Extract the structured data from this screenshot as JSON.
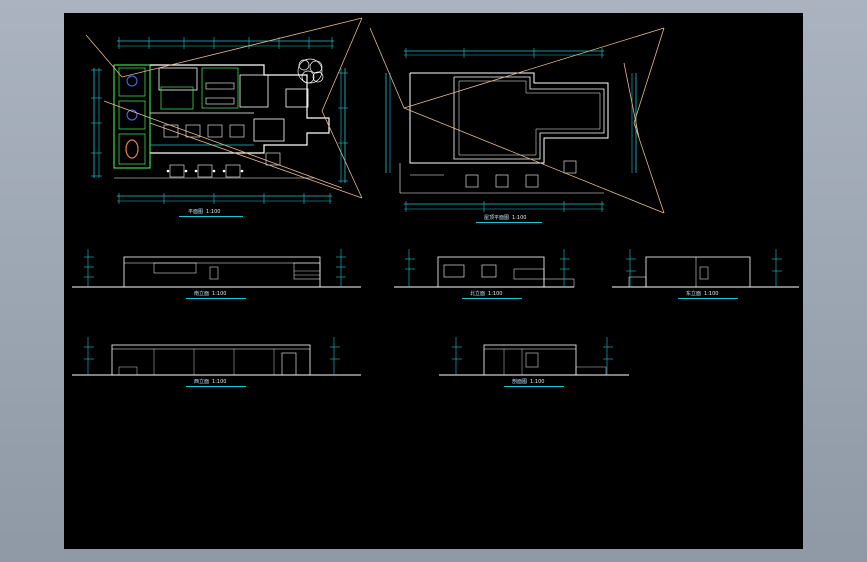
{
  "drawings": {
    "plan_main": {
      "title": "平面图",
      "scale": "1:100"
    },
    "plan_roof": {
      "title": "屋顶平面图",
      "scale": "1:100"
    },
    "elev_1": {
      "title": "南立面",
      "scale": "1:100"
    },
    "elev_2": {
      "title": "北立面",
      "scale": "1:100"
    },
    "elev_3": {
      "title": "东立面",
      "scale": "1:100"
    },
    "elev_4": {
      "title": "西立面",
      "scale": "1:100"
    },
    "elev_5": {
      "title": "剖面图",
      "scale": "1:100"
    }
  },
  "colors": {
    "background": "#000000",
    "frame": "#9aa3ae",
    "dimension": "#19c7d8",
    "wall": "#ffffff",
    "green": "#3ad84a",
    "diagonal": "#e7b98a"
  }
}
